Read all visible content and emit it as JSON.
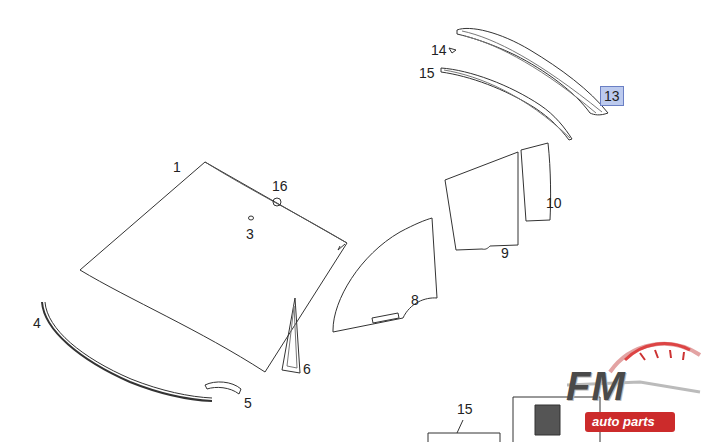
{
  "diagram": {
    "nodes": [
      {
        "text": [
          "13"
        ]
      }
    ],
    "labels": [
      "14",
      "15",
      "1",
      "16",
      "10",
      "3",
      "9",
      "8",
      "4",
      "6",
      "5",
      "15",
      "FM",
      "auto parts"
    ]
  }
}
